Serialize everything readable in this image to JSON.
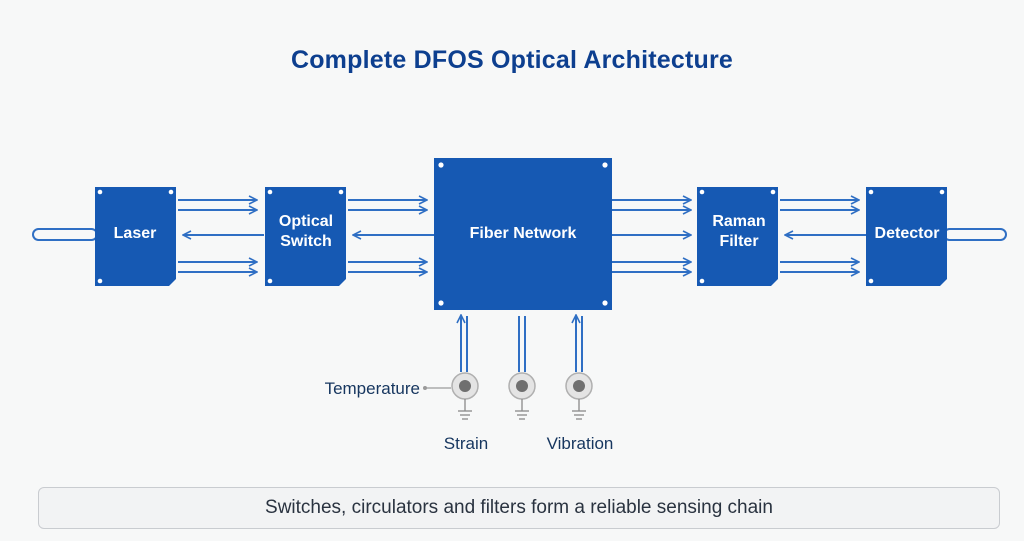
{
  "title": "Complete DFOS Optical Architecture",
  "blocks": {
    "laser": "Laser",
    "optical_switch": [
      "Optical",
      "Switch"
    ],
    "fiber_network": "Fiber Network",
    "raman_filter": [
      "Raman",
      "Filter"
    ],
    "detector": "Detector"
  },
  "sensors": {
    "temperature": "Temperature",
    "strain": "Strain",
    "vibration": "Vibration"
  },
  "caption": "Switches, circulators and filters form a reliable sensing chain",
  "colors": {
    "block_fill": "#1659b3",
    "arrow": "#2f6fc4",
    "title": "#0d3f8f",
    "sensor": "#b7b7b7"
  }
}
